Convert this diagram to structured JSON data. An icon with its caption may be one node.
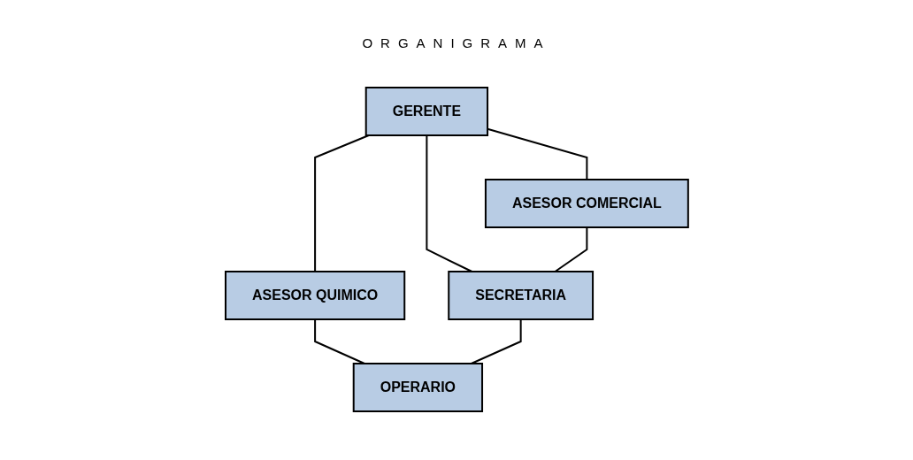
{
  "diagram": {
    "title": "ORGANIGRAMA",
    "nodes": [
      {
        "text": [
          "GERENTE"
        ]
      },
      {
        "text": [
          "ASESOR QUIMICO"
        ]
      },
      {
        "text": [
          "ASESOR COMERCIAL"
        ]
      },
      {
        "text": [
          "SECRETARIA"
        ]
      },
      {
        "text": [
          "OPERARIO"
        ]
      }
    ],
    "edges": [
      {
        "from": 0,
        "to": 2,
        "arrow": "none"
      },
      {
        "from": 0,
        "to": 3,
        "arrow": "none"
      },
      {
        "from": 0,
        "to": 1,
        "arrow": "none"
      },
      {
        "from": 1,
        "to": 4,
        "arrow": "none"
      },
      {
        "from": 2,
        "to": 3,
        "arrow": "none"
      },
      {
        "from": 3,
        "to": 4,
        "arrow": "none"
      }
    ]
  }
}
